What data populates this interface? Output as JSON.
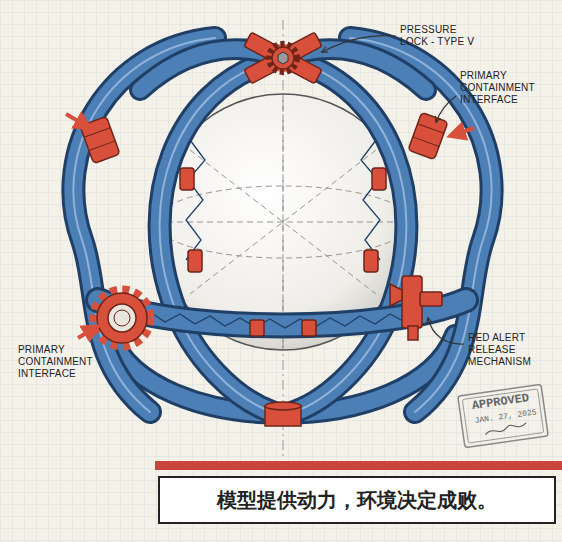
{
  "diagram": {
    "caption": "模型提供动力，环境决定成败。",
    "labels": [
      "PRESSURE LOCK - TYPE Ⅴ",
      "PRIMARY CONTAINMENT INTERFACE",
      "PRIMARY CONTAINMENT INTERFACE",
      "RED ALERT RELEASE MECHANISM",
      "APPROVED",
      "JAN. 27, 2025"
    ]
  }
}
